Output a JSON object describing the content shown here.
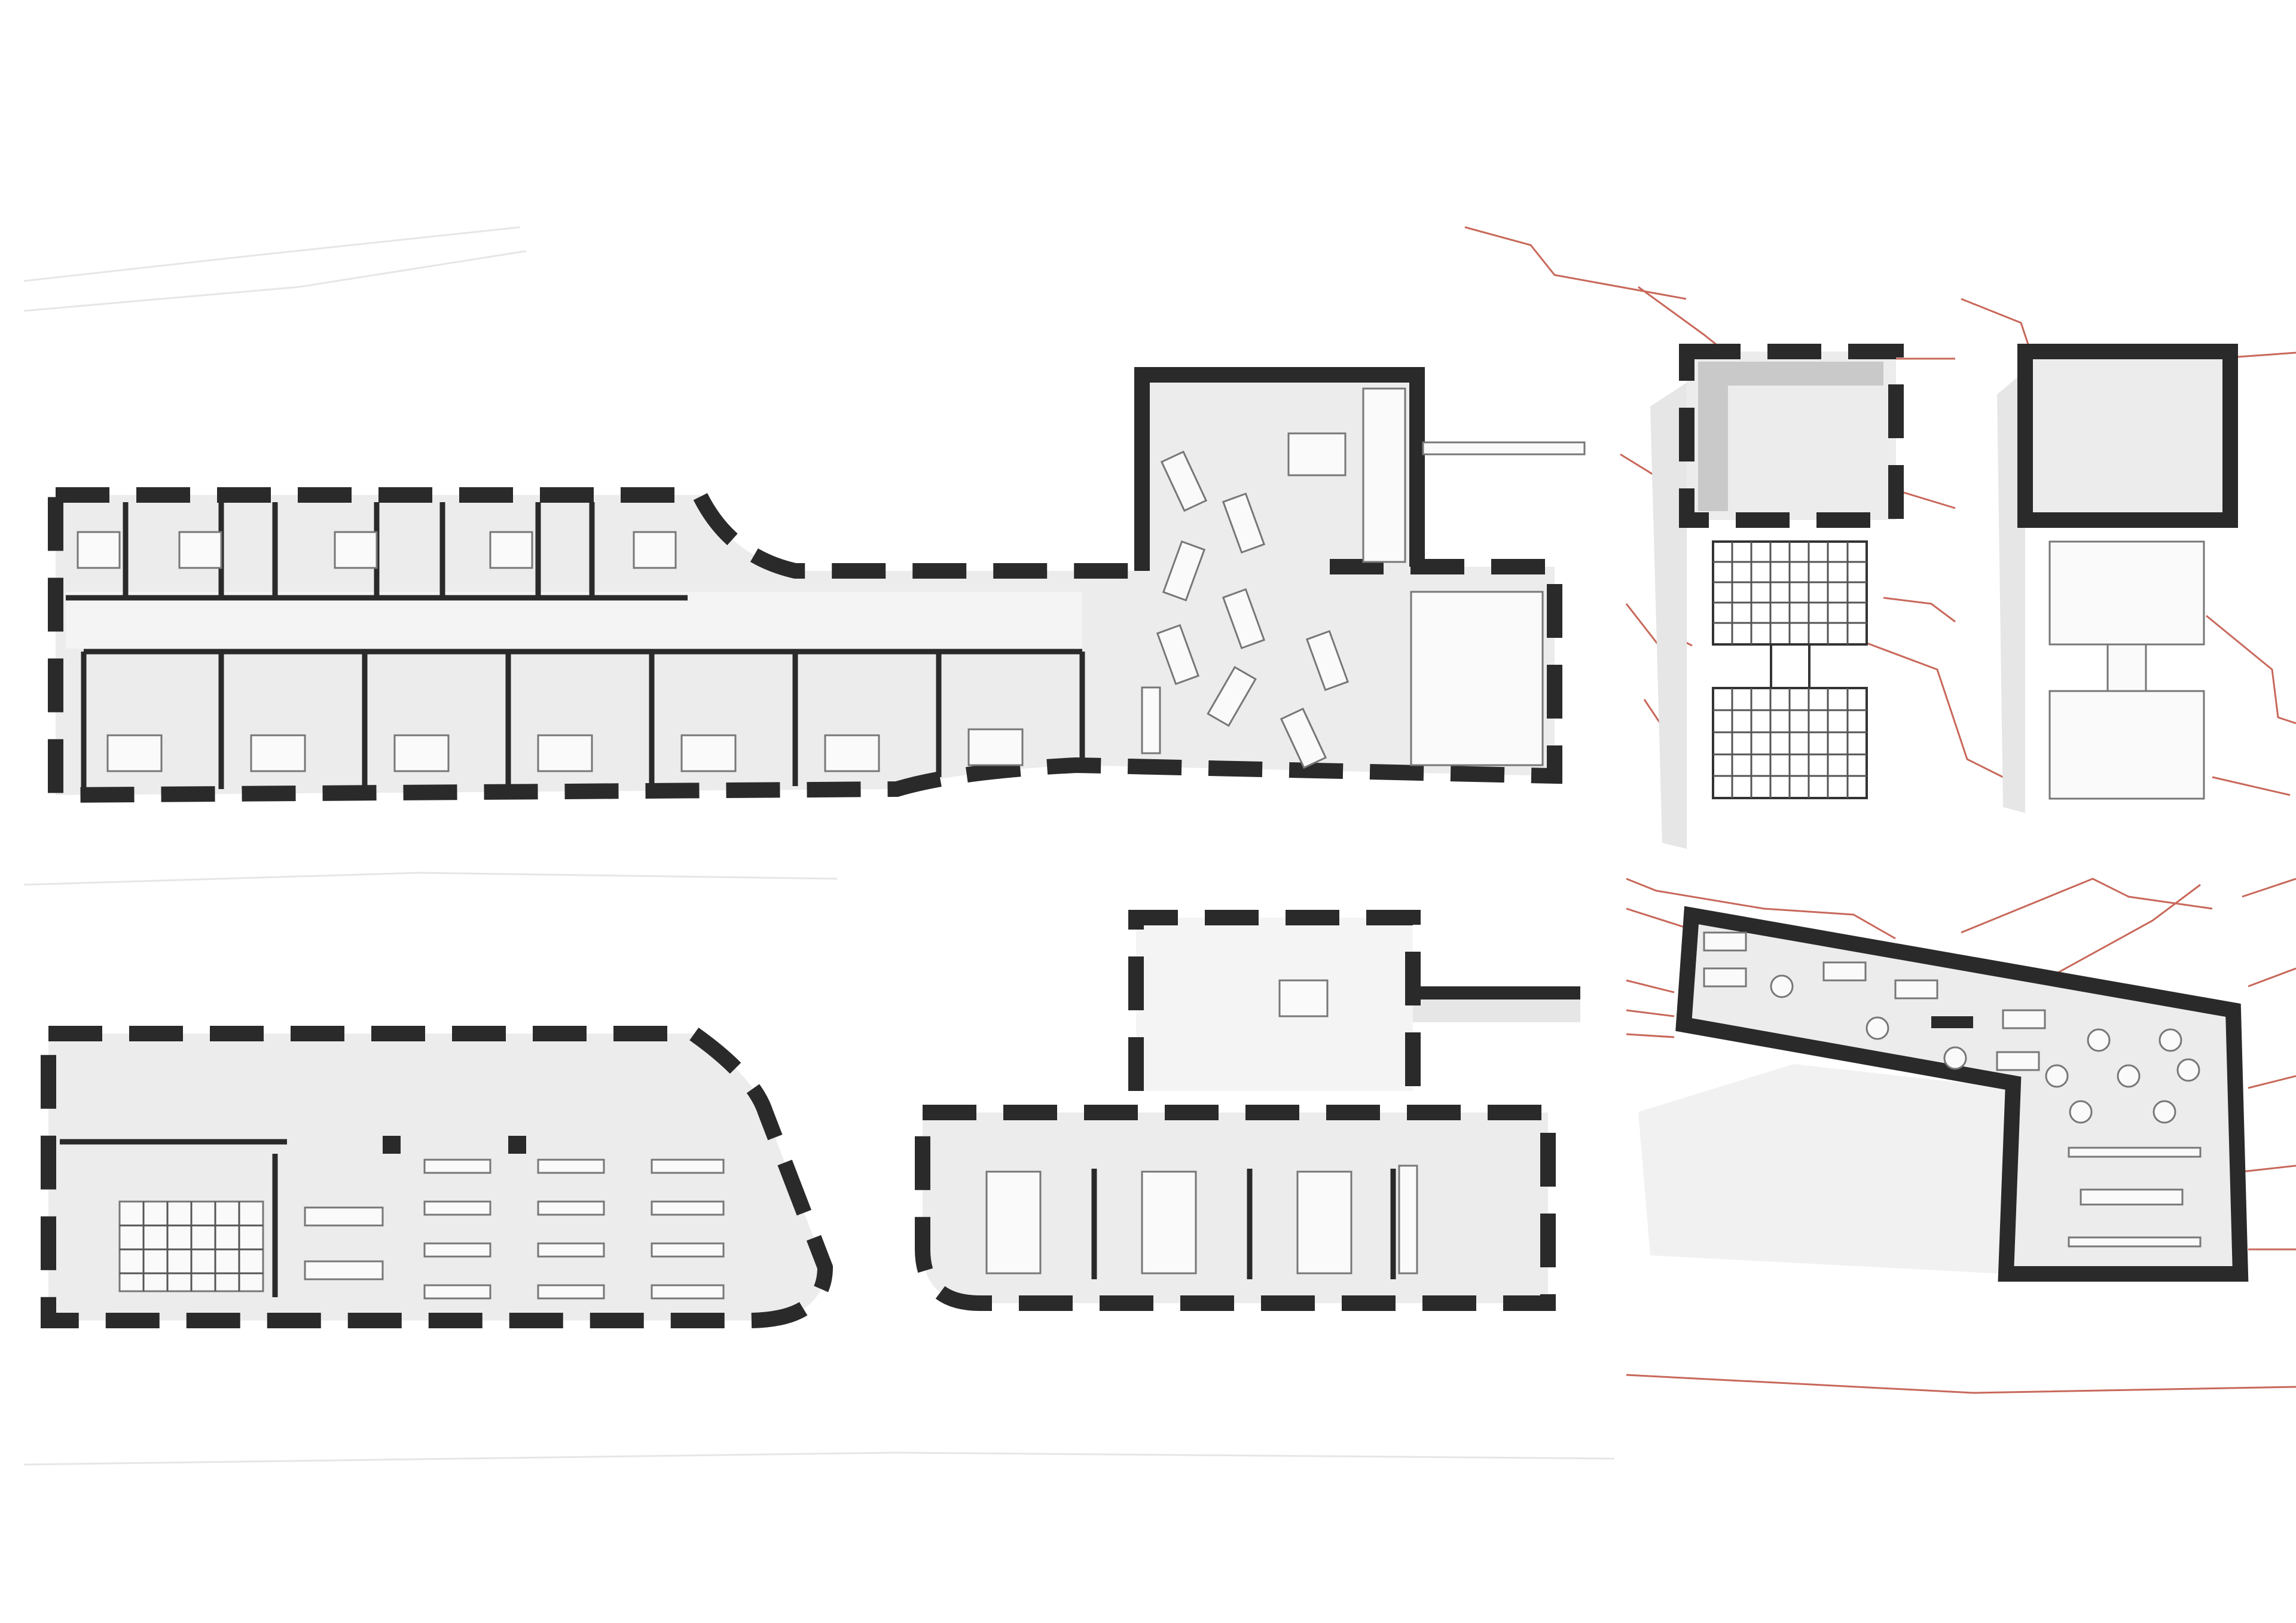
{
  "colors": {
    "wall": "#2a2a2a",
    "floor": "#ececec",
    "contour": "#c8685a",
    "background": "#ffffff"
  },
  "plans": {
    "guest_rooms_top_row": 9,
    "guest_rooms_bottom_row": 7,
    "bleachers_rows": 6
  }
}
